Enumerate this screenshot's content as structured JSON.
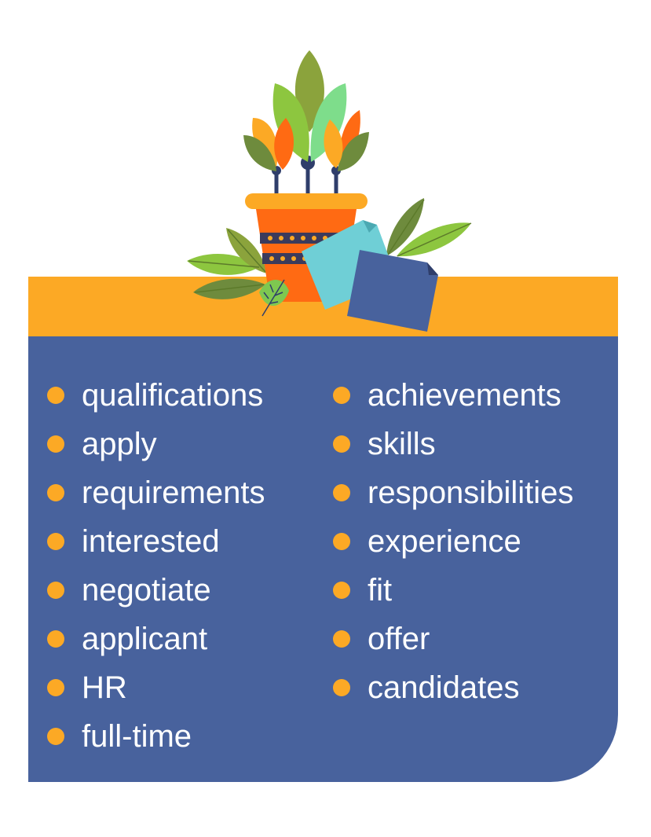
{
  "colors": {
    "panel": "#48629D",
    "band": "#FCA925",
    "bullet": "#FCA925",
    "text": "#FFFFFF"
  },
  "icons": [
    "potted-plant-icon",
    "paper-notes-icon",
    "leaf-icon"
  ],
  "left_column": [
    "qualifications",
    "apply",
    "requirements",
    "interested",
    "negotiate",
    "applicant",
    "HR",
    "full-time"
  ],
  "right_column": [
    "achievements",
    "skills",
    "responsibilities",
    "experience",
    "fit",
    "offer",
    "candidates"
  ]
}
